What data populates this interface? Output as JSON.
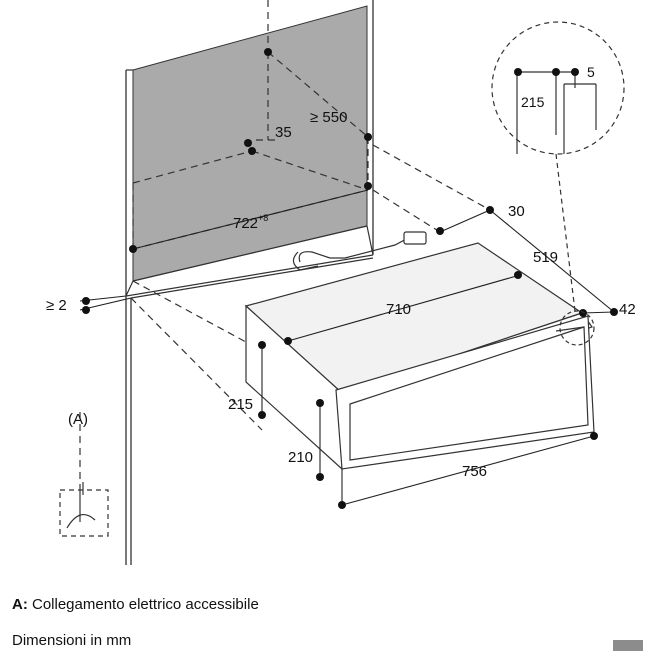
{
  "diagram": {
    "dimensions": {
      "depth_min": "≥ 550",
      "offset_35": "35",
      "width_niche": "722",
      "width_niche_tol": "+8",
      "gap_min": "≥ 2",
      "dim_30": "30",
      "depth_519": "519",
      "side_42": "42",
      "width_710": "710",
      "height_215": "215",
      "height_210": "210",
      "width_756": "756"
    },
    "detail": {
      "dim_215": "215",
      "dim_5": "5"
    },
    "connection_marker": "(A)"
  },
  "legend": {
    "a_key": "A:",
    "a_text": "Collegamento elettrico accessibile",
    "units": "Dimensioni in mm"
  }
}
